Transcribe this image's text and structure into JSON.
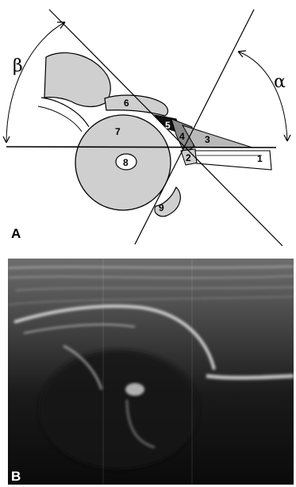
{
  "panels": {
    "a": "A",
    "b": "B"
  },
  "angles": {
    "alpha": "α",
    "beta": "β"
  },
  "structures": [
    "1",
    "2",
    "3",
    "4",
    "5",
    "6",
    "7",
    "8",
    "9"
  ],
  "colors": {
    "bone": "#cfcfcf",
    "cartilage_dark": "#8a8a8a",
    "labrum": "#b9b9b9",
    "black": "#111111",
    "us_background": "#0b0b0b"
  }
}
